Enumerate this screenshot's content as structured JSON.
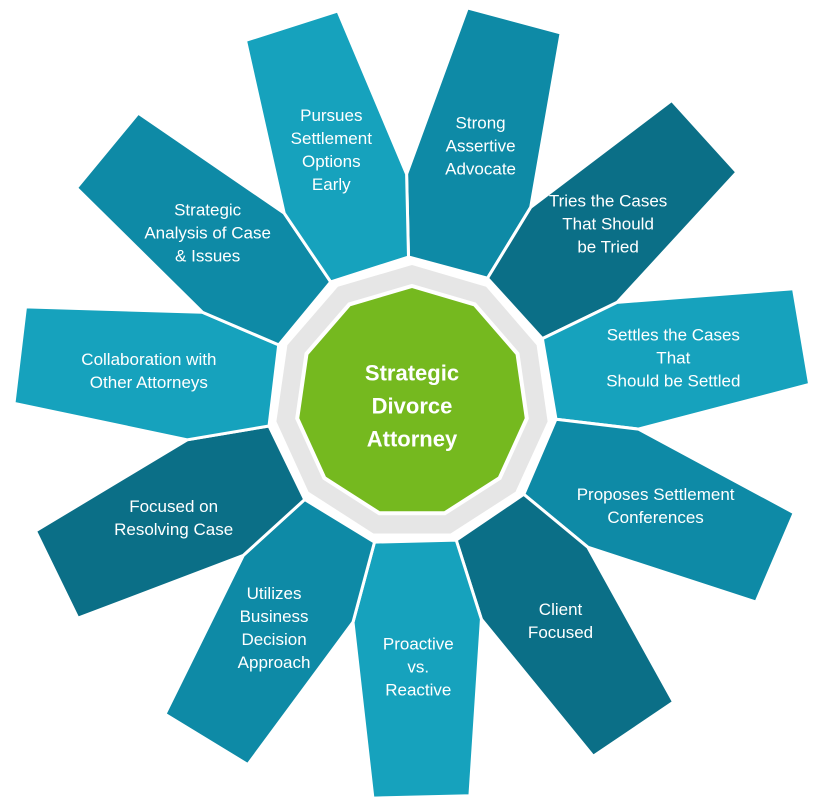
{
  "center": {
    "label": "Strategic\nDivorce\nAttorney",
    "color": "#75b91f",
    "ring_color": "#e6e6e6"
  },
  "petals": [
    {
      "label": "Strong\nAssertive\nAdvocate",
      "color": "#0e8aa6"
    },
    {
      "label": "Tries the Cases\nThat Should\nbe Tried",
      "color": "#0b6f87"
    },
    {
      "label": "Settles the Cases That\nShould be Settled",
      "color": "#16a2bd"
    },
    {
      "label": "Proposes Settlement\nConferences",
      "color": "#0e8aa6"
    },
    {
      "label": "Client\nFocused",
      "color": "#0b6f87"
    },
    {
      "label": "Proactive\nvs.\nReactive",
      "color": "#16a2bd"
    },
    {
      "label": "Utilizes\nBusiness\nDecision\nApproach",
      "color": "#0e8aa6"
    },
    {
      "label": "Focused on\nResolving Case",
      "color": "#0b6f87"
    },
    {
      "label": "Collaboration with\nOther Attorneys",
      "color": "#16a2bd"
    },
    {
      "label": "Strategic\nAnalysis of Case\n& Issues",
      "color": "#0e8aa6"
    },
    {
      "label": "Pursues\nSettlement\nOptions\nEarly",
      "color": "#16a2bd"
    }
  ]
}
